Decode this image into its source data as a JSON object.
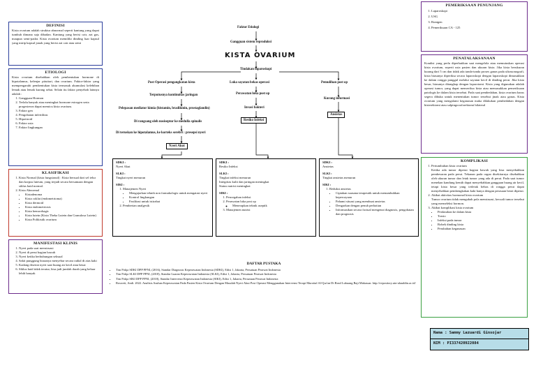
{
  "definisi": {
    "title": "DEFINISI",
    "text": "Kista ovarium adalah struktur abnormal seperti kantung yang dapat tumbuh dimana saja dibadan. Kantung yang berisi cair, zat gas, maupun semi-padat. Kista ovarium memiliki dinding luar kapsul yang mirip kapsul jonak yang berisi zat cair atau semi"
  },
  "etiologi": {
    "title": "ETIOLOGI",
    "text": "Kista ovarium disebabkan oleh pembentukan hormone di hipotalamus, kelenjar pituitari, dan ovarium. Faktor-faktor yang mempengaruhi pembentukan kista termasuk akumulasi kelebihan lemak atau lemak kurang sehat. Selain itu faktor penyebab lainnya adalah :",
    "items": [
      "Gangguan Hormon",
      "Terlalu banyak atau meningkat hormone estrogen serta progesteron dapat memicu kista ovarium.",
      "Faktor gen",
      "Pengobatan infertilitas",
      "Hipotiroid",
      "Faktor usia",
      "Faktor lingkungan"
    ]
  },
  "klasifikasi": {
    "title": "KLASIFIKASI",
    "items": [
      {
        "label": "Kista Normal (kista fungsional) : Kista bersual dari sel telur dan korpus luteum, yang terjadi secara bersamaan dengan siklus haid normal.",
        "sub": []
      },
      {
        "label": "Kista Abnormal",
        "sub": [
          "Kistadenoma",
          "Kista coklat (endometrioma)",
          "Kista dermoid",
          "Kista endometriosis",
          "Kista hemorrhagic",
          "Kista lutein (Kista Theka Lutein dan Granulosa Lutein)",
          "Kista Polikistik ovarium"
        ]
      }
    ]
  },
  "manifestasi": {
    "title": "MANIFESTASI KLINIS",
    "items": [
      "Nyeri pada saat menstruasi",
      "Nyeri di perut bagian bawah",
      "Nyeri ketika berhubungan seksual",
      "Sakit punggung biasanya menyebar secara radial di atas kaki",
      "Kadang disertai nyeri saat buang air kecil atau besar",
      "Siklus haid tidak teratur, bisa jadi jumlah darah yang keluar lebih banyak"
    ]
  },
  "pemeriksaan": {
    "title": "PEMERIKSAAN PENUNJANG",
    "items": [
      "Laparoskopi",
      "USG",
      "Rontgen",
      "Pemeriksaan CA - 125"
    ]
  },
  "penatalaksanaan": {
    "title": "PENATALAKSANAAN",
    "text": "Kondisi yang perlu diperhatikan saat mengelola atau memutuskan operasi kista ovarium, seperti usia pasien dan ukuran kista. Jika kista berukuran kurang dari 5 cm dan tidak ada tanda-tanda proses ganas pada ultrasonografi, kista biasanya diperiksa secara laparoskopi dengan laparoskopi dimasukkan ke dalam rongga panggul melalui sayatan kecil di dinding perut. Jika kista besar, biasanya ditangkap dengan laparotomi. Kista yang digunakan adalah operasi tumor, yang dapat memeriksa kista atau memasukkan pemeriksaan patologis ke dalam kista tersebut. Pada saat pembedahan, kista ovarium harus segera dibuka untuk menentukan tumor tersebut jinak atau ganas. Kista ovarium yang mengalami keganasan maka dilakukan pembedahan dengan histerektomi atau salpingoooforektomi bilateral"
  },
  "komplikasi": {
    "title": "KOMPLIKASI",
    "items": [
      {
        "label": "Pertumbuhan kista ovarium",
        "text": "Ketika ada tumor diperut bagian bawah yang bisa menyebabkan pembesaran pada perut. Tekanan pada organ disekitarnya disebabkan oleh ukuran tumor dan letak tumor yang ada di perut. Pada saat tumor menekan kandung kemih dapat menyebabkan gangguan buang air kecil, tetapi kista besar yang terletak bebas di rongga perut dapat menyebabkan pembengkakan kaki hanya dengan perasaan berat diperut.",
        "sub": []
      },
      {
        "label": "Akibat aktivitas hormonal kista ovarium",
        "text": "Tumor ovarium tidak mengubah pola menstruasi, kecuali tumor tersebut yang menseleksi hormon.",
        "sub": []
      },
      {
        "label": "Akibat komplikasi kista ovarium",
        "text": "",
        "sub": [
          "Perdarahan ke dalam kista",
          "Torsio",
          "Infeksi pada tumor",
          "Robek dinding kista",
          "Perubahan keganasan"
        ]
      }
    ]
  },
  "flow": {
    "faktor": "Faktor Etiologi",
    "gangguan": "Gangguan sistem reproduksi",
    "kista": "KISTA OVARIUM",
    "tindakan": "Tindakan laparoskopi",
    "post_op": "Post Operasi pengangkatan kista",
    "luka": "Luka sayatan bekas operasi",
    "pemulihan": "Pemulihan post op",
    "terputusnya": "Terputusnya kontinuitas jaringan",
    "perawatan": "Perawatan luka post op",
    "kurang": "Kurang informasi",
    "pelepasan": "Pelepasan mediator kimia (histamin, bradikinin, prostaglandin)",
    "invasi": "Invasi bakteri",
    "dirangsang": "Di rangsang oleh nosiseptor ke medulla spinalis",
    "resiko": "Resiko Infeksi",
    "ansietas": "Ansietas",
    "diteruskan": "Di teruskan ke hipotalamus, ke korteks serebri : presepsi nyeri",
    "nyeri": "Nyeri Akut"
  },
  "sdki1": {
    "sdki_label": "SDKI :",
    "sdki_val": "Nyeri Akut",
    "slki_label": "SLKI :",
    "slki_val": "Tingkat nyeri menurun",
    "siki_label": "SIKI :",
    "items": [
      {
        "label": "Manajemen Nyeri",
        "sub": [
          "Mengajarkan teknik non farmakologis untuk mengatasi nyeri",
          "Kontrol lingkungan",
          "Fasilitasi untuk istirahat"
        ]
      },
      {
        "label": "Pemberian analgesik",
        "sub": []
      }
    ]
  },
  "sdki2": {
    "sdki_label": "SDKI :",
    "sdki_val": "Resiko Infeksi",
    "slki_label": "SLKI :",
    "slki_val": "Tingkat infeksi menurun",
    "slki_extra": [
      "Integritas kulit dan jaringan meningkat",
      "Status nutrisi meningkat"
    ],
    "siki_label": "SIKI :",
    "items": [
      {
        "label": "Pencegahan infeksi",
        "sub": []
      },
      {
        "label": "Perawatan luka post op",
        "sub": [
          "Menerapkan teknik aseptik"
        ]
      },
      {
        "label": "Manajemen nutrisi",
        "sub": []
      }
    ]
  },
  "sdki3": {
    "sdki_label": "SDKI :",
    "sdki_val": "Ansietas",
    "slki_label": "SLKI :",
    "slki_val": "Tingkat ansietas menurun",
    "siki_label": "SIKI :",
    "items": [
      {
        "label": "Reduksi ansietas",
        "sub": [
          "Ciptakan suasana terapeutik untuk menumbuhkan kepercayaan",
          "Pahami situasi yang membuat ansietas",
          "Dengarkan dengan penuh perhatian",
          "Informasikan secara factual mengenai diagnosis, pengobatan dan prognosis"
        ]
      }
    ]
  },
  "pustaka": {
    "title": "DAFTAR PUSTAKA",
    "items": [
      "Tim Pokja SDKI DPP PPNI, (2016), Standar Diagnosis Keperawatan Indonesia (SDKI), Edisi 1, Jakarta, Persatuan Perawat Indonesia",
      "Tim Pokja SLKI DPP PPNI, (2018), Standar Luaran Keperawatan Indonesia (SLKI), Edisi 1, Jakarta, Persatuan Perawat Indonesia",
      "Tim Pokja SIKI DPP PPNI, (2018), Standar Intervensi Keperawatan Indonesia (SIKI), Edisi 1, Jakarta, Persatuan Perawat Indonesia",
      "Rosweti, Andi. 2022. Analisis Asuhan Keperawatan Pada Pasien Kista Ovarium Dengan Masalah Nyeri Akut Post Operasi Menggunakan Intervensi Terapi Murottal Al-Qur'an Di Read Lubuang Baji Makassar. http://repository.uin-alauddin.ac.id/"
    ]
  },
  "identitas": {
    "nama": "Nama : Sammy Lazuardi Ginsojar",
    "nim": "NIM : PI337420922084"
  }
}
